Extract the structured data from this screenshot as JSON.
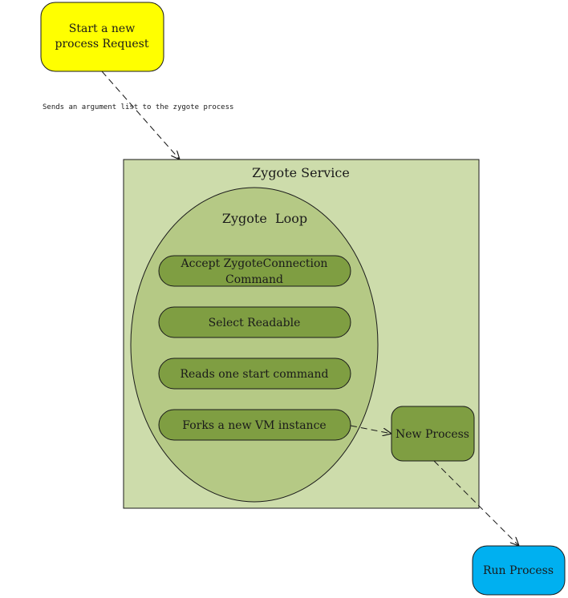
{
  "start_request": {
    "line1": "Start a new",
    "line2": "process Request"
  },
  "edge_label": "Sends an argument list to the zygote process",
  "zygote_service": {
    "title": "Zygote Service"
  },
  "zygote_loop": {
    "title": "Zygote  Loop",
    "steps": [
      {
        "line1": "Accept ZygoteConnection",
        "line2": "Command"
      },
      {
        "line1": "Select Readable",
        "line2": ""
      },
      {
        "line1": "Reads one start command",
        "line2": ""
      },
      {
        "line1": "Forks a new VM instance",
        "line2": ""
      }
    ]
  },
  "new_process": {
    "label": "New Process"
  },
  "run_process": {
    "label": "Run Process"
  },
  "colors": {
    "start_fill": "#ffff00",
    "service_fill": "#cddcab",
    "loop_fill": "#b5c985",
    "step_fill": "#7f9e42",
    "run_fill": "#00b0f0",
    "stroke": "#1a1a1a"
  }
}
